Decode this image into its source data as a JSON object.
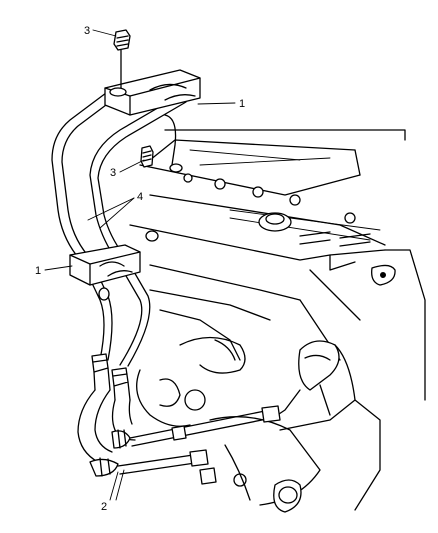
{
  "diagram": {
    "callouts": [
      {
        "id": "bolt-top",
        "label": "3"
      },
      {
        "id": "bracket-top",
        "label": "1"
      },
      {
        "id": "bolt-mid",
        "label": "3"
      },
      {
        "id": "lines",
        "label": "4"
      },
      {
        "id": "bracket-mid",
        "label": "1"
      },
      {
        "id": "clamps",
        "label": "2"
      }
    ]
  }
}
